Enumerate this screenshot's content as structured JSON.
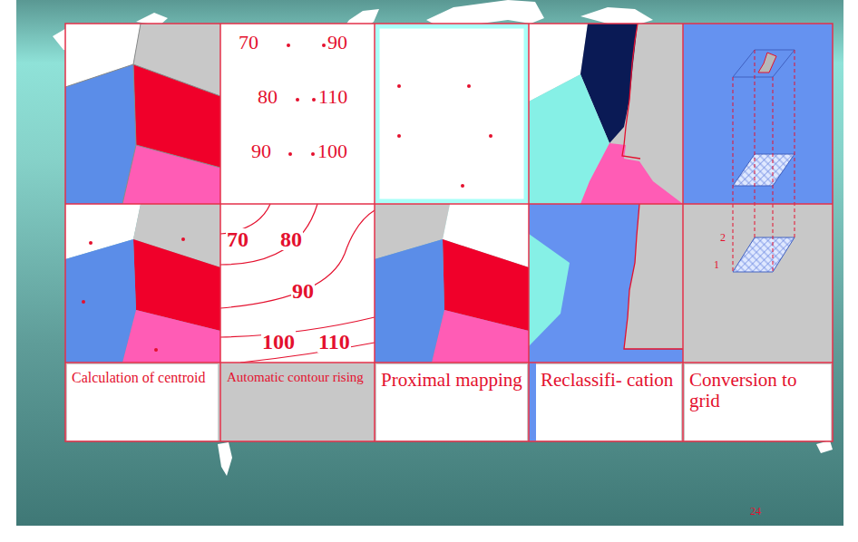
{
  "diagram": {
    "nodes": [
      {
        "text": [
          "Calculation of centroid"
        ]
      },
      {
        "text": [
          "Automatic contour rising"
        ]
      },
      {
        "text": [
          "Proximal mapping"
        ]
      },
      {
        "text": [
          "Reclassifi- cation"
        ]
      },
      {
        "text": [
          "Conversion to grid"
        ]
      }
    ],
    "labels": [
      "70",
      "90",
      "80",
      "110",
      "90",
      "100",
      "70",
      "80",
      "90",
      "100",
      "110",
      "2",
      "1",
      "24"
    ]
  }
}
